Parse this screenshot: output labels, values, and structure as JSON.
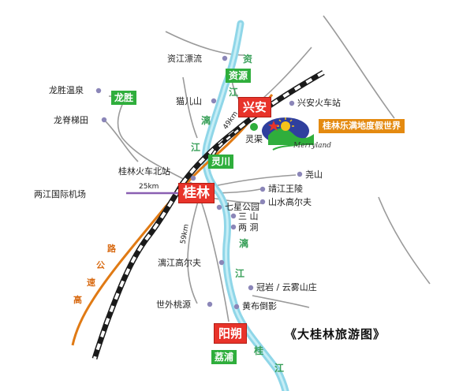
{
  "title": "《大桂林旅游图》",
  "cities": {
    "guilin": "桂林",
    "xingan": "兴安",
    "yangshuo": "阳朔"
  },
  "towns": {
    "ziyuan": "资源",
    "longsheng": "龙胜",
    "lingchuan": "灵川",
    "jiapu": "荔浦"
  },
  "resort": {
    "label": "桂林乐满地度假世界",
    "logo_text": "Merryland"
  },
  "places": {
    "zijiang_rafting": "资江漂流",
    "maoer_mountain": "猫儿山",
    "longsheng_hotspring": "龙胜温泉",
    "longji_terraces": "龙脊梯田",
    "xingan_station": "兴安火车站",
    "lingqu": "灵渠",
    "guilin_north_station": "桂林火车北站",
    "liangjiang_airport": "两江国际机场",
    "yaoshan": "尧山",
    "jingjiang_tomb": "靖江王陵",
    "shanshui_golf": "山水高尔夫",
    "qixing_park": "七星公园",
    "sanshan": "三  山",
    "liangdong": "两  洞",
    "lijiang_golf": "漓江高尔夫",
    "guanyan_yunwu": "冠岩 / 云雾山庄",
    "shiwai_taoyuan": "世外桃源",
    "huangbu_daoying": "黄布倒影"
  },
  "rivers": {
    "zi1": "资",
    "zi2": "江",
    "li1": "漓",
    "li2": "江",
    "li3": "漓",
    "li4": "江",
    "gui1": "桂",
    "gui2": "江"
  },
  "highway": {
    "c1": "高",
    "c2": "速",
    "c3": "公",
    "c4": "路"
  },
  "distances": {
    "airport": "25km",
    "xingan": "49km",
    "yangshuo": "59km"
  },
  "icons": [
    "airplane-icon",
    "star-icon",
    "sun-icon",
    "merryland-logo-icon"
  ],
  "colors": {
    "green_box": "#2fae3c",
    "red_box": "#e8332a",
    "orange_label": "#e48a10",
    "river": "#8fd6e8",
    "highway": "#e07a14",
    "railway_dark": "#1a1a1a",
    "poi_dot": "#8b86b8",
    "road": "#9a9a9a",
    "airport_purple": "#8a5fb2"
  }
}
